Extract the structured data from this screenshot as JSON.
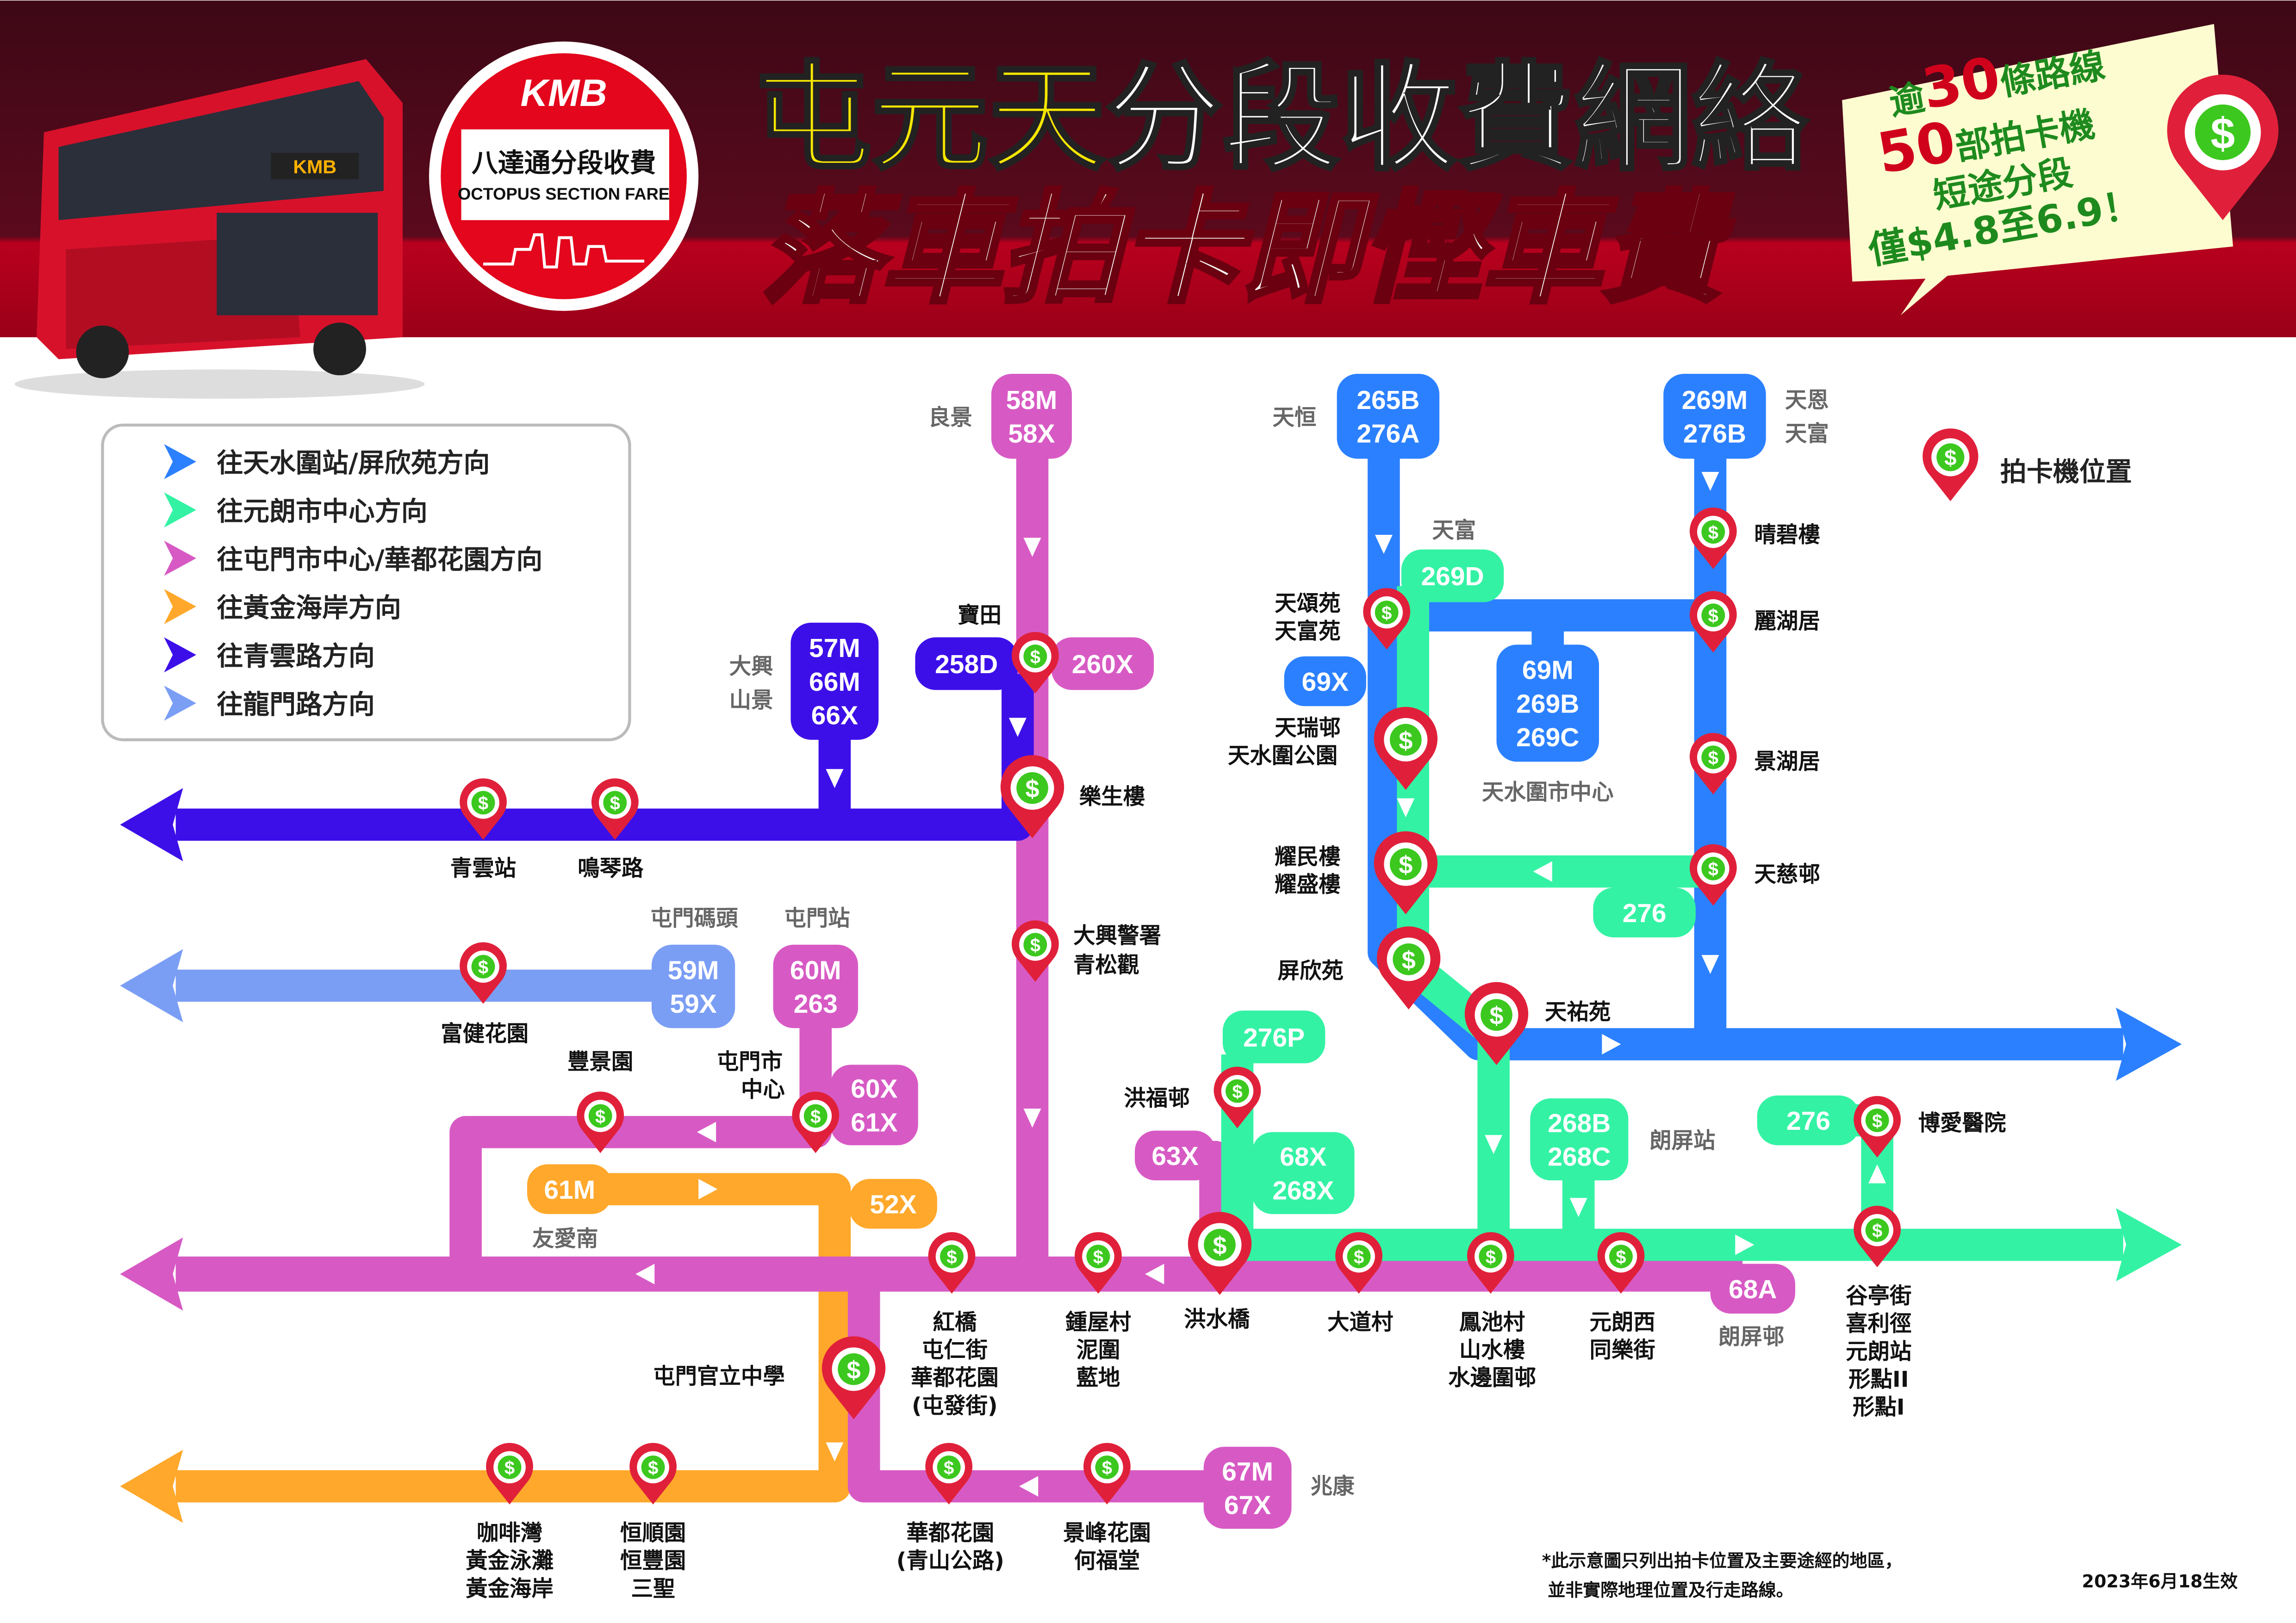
{
  "header": {
    "title_highlight": "屯元天",
    "title_rest": "分段收費網絡",
    "subtitle": "落車拍卡即慳車費",
    "logo": "KMB",
    "badge_line1": "八達通分段收費",
    "badge_line2": "OCTOPUS SECTION FARE",
    "bus_logo": "KMB"
  },
  "promo": {
    "line1_pre": "逾",
    "line1_num": "30",
    "line1_post": "條路線",
    "line2_num": "50",
    "line2_post": "部拍卡機",
    "line3": "短途分段",
    "line4": "僅$4.8至6.9！"
  },
  "colors": {
    "blue": "#2b80ff",
    "green": "#33f2a4",
    "pink": "#d75ac4",
    "orange": "#ffa82b",
    "indigo": "#3d0fe8",
    "lightblue": "#7b9ef5",
    "pin": "#e0203a"
  },
  "legend": {
    "items": [
      {
        "label": "往天水圍站/屏欣苑方向",
        "color": "#2b80ff"
      },
      {
        "label": "往元朗市中心方向",
        "color": "#33f2a4"
      },
      {
        "label": "往屯門市中心/華都花園方向",
        "color": "#d75ac4"
      },
      {
        "label": "往黃金海岸方向",
        "color": "#ffa82b"
      },
      {
        "label": "往青雲路方向",
        "color": "#3d0fe8"
      },
      {
        "label": "往龍門路方向",
        "color": "#7b9ef5"
      }
    ],
    "pin_label": "拍卡機位置"
  },
  "badges": {
    "b58": [
      "58M",
      "58X"
    ],
    "b265": [
      "265B",
      "276A"
    ],
    "b269m": [
      "269M",
      "276B"
    ],
    "b269d": [
      "269D"
    ],
    "b69m": [
      "69M",
      "269B",
      "269C"
    ],
    "b69x": [
      "69X"
    ],
    "b57": [
      "57M",
      "66M",
      "66X"
    ],
    "b258": [
      "258D"
    ],
    "b260": [
      "260X"
    ],
    "b276a": [
      "276"
    ],
    "b59": [
      "59M",
      "59X"
    ],
    "b60m": [
      "60M",
      "263"
    ],
    "b60x": [
      "60X",
      "61X"
    ],
    "b276p": [
      "276P"
    ],
    "b63x": [
      "63X"
    ],
    "b68x": [
      "68X",
      "268X"
    ],
    "b268b": [
      "268B",
      "268C"
    ],
    "b276b": [
      "276"
    ],
    "b61m": [
      "61M"
    ],
    "b52x": [
      "52X"
    ],
    "b68a": [
      "68A"
    ],
    "b67m": [
      "67M",
      "67X"
    ]
  },
  "terminals": {
    "leung_king": "良景",
    "tin_heng": "天恒",
    "tin_yan": [
      "天恩",
      "天富"
    ],
    "tin_fu": "天富",
    "po_tin": "寶田",
    "tai_hing": [
      "大興",
      "山景"
    ],
    "tm_pier": "屯門碼頭",
    "tm_station": "屯門站",
    "tsw_centre": "天水圍市中心",
    "yau_oi_south": "友愛南",
    "siu_hong": "兆康",
    "long_ping_stn": "朗屏站",
    "long_ping_est": "朗屏邨"
  },
  "stations": {
    "ching_wan": "青雲站",
    "ming_kum": "鳴琴路",
    "lok_sang": "樂生樓",
    "tai_hing_police": [
      "大興警署",
      "青松觀"
    ],
    "fu_kin": "富健花園",
    "fung_king": "豐景園",
    "tm_centre": [
      "屯門市",
      "中心"
    ],
    "hung_fuk": "洪福邨",
    "tin_chung": [
      "天頌苑",
      "天富苑"
    ],
    "tin_shui": [
      "天瑞邨",
      "天水圍公園"
    ],
    "yiu_man": [
      "耀民樓",
      "耀盛樓"
    ],
    "ping_yan": "屏欣苑",
    "tin_yau": "天祐苑",
    "ching_pik": "晴碧樓",
    "lai_wu": "麗湖居",
    "king_wu": "景湖居",
    "tin_chi": "天慈邨",
    "pok_oi": "博愛醫院",
    "hung_kiu": [
      "紅橋",
      "屯仁街",
      "華都花園",
      "(屯發街)"
    ],
    "chung_uk": [
      "鍾屋村",
      "泥圍",
      "藍地"
    ],
    "hung_shui_kiu": "洪水橋",
    "tai_tao": "大道村",
    "fung_chi": [
      "鳳池村",
      "山水樓",
      "水邊圍邨"
    ],
    "yl_west": [
      "元朗西",
      "同樂街"
    ],
    "kuk_ting": [
      "谷亭街",
      "喜利徑",
      "元朗站",
      "形點II",
      "形點I"
    ],
    "tm_govt": "屯門官立中學",
    "cafeteria": [
      "咖啡灣",
      "黃金泳灘",
      "黃金海岸"
    ],
    "hang_shun": [
      "恒順園",
      "恒豐園",
      "三聖"
    ],
    "waldorf": [
      "華都花園",
      "(青山公路)"
    ],
    "king_fung": [
      "景峰花園",
      "何福堂"
    ]
  },
  "footer": {
    "note1": "*此示意圖只列出拍卡位置及主要途經的地區，",
    "note2": "並非實際地理位置及行走路線。",
    "effective": "2023年6月18生效"
  }
}
